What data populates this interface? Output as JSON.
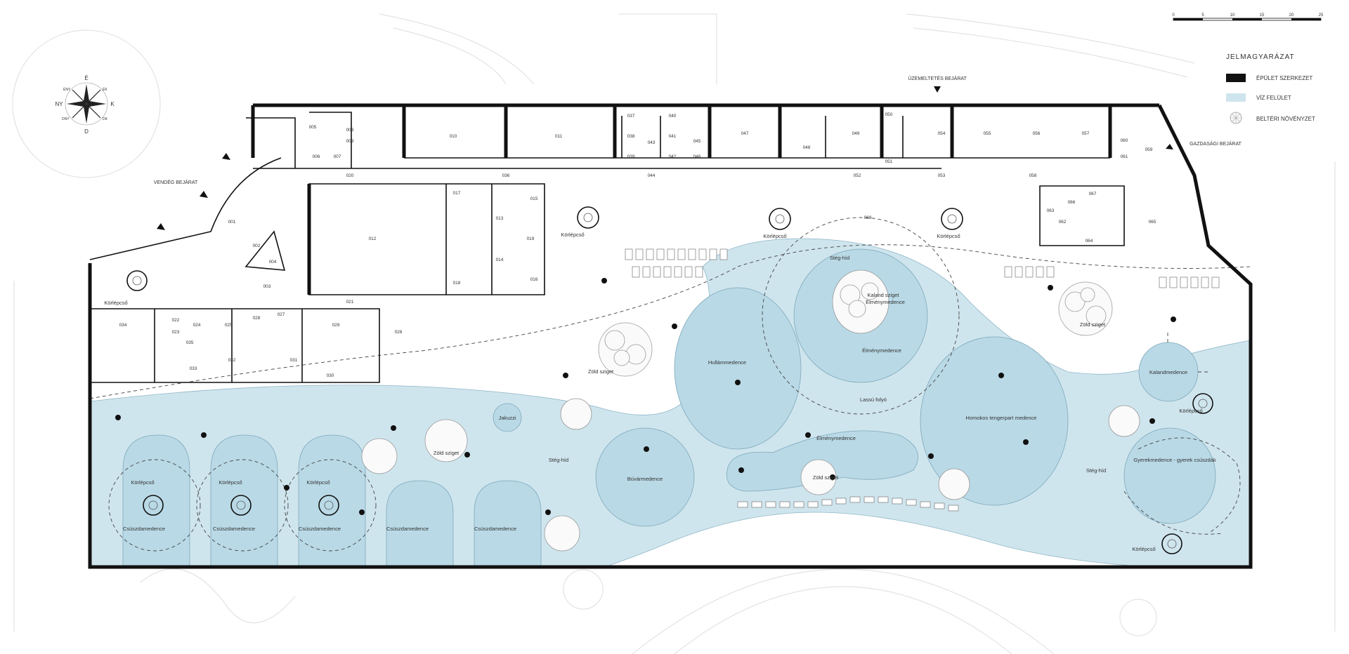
{
  "compass": {
    "n": "É",
    "s": "D",
    "e": "K",
    "w": "NY",
    "ne": "ÉK",
    "se": "DK",
    "nw": "ÉNY",
    "sw": "DNY"
  },
  "scale": {
    "ticks": [
      "0",
      "5",
      "10",
      "15",
      "20",
      "25"
    ]
  },
  "legend": {
    "title": "JELMAGYARÁZAT",
    "items": [
      {
        "label": "ÉPÜLET SZERKEZET",
        "color": "#111111"
      },
      {
        "label": "VÍZ FELÜLET",
        "color": "#cfe5ee"
      },
      {
        "label": "BELTÉRI NÖVÉNYZET",
        "icon": "tree-icon"
      }
    ]
  },
  "entrances": {
    "guest": "VENDÉG BEJÁRAT",
    "operation": "ÜZEMELTETÉS BEJÁRAT",
    "service": "GAZDASÁGI BEJÁRAT"
  },
  "rooms": [
    "001",
    "002",
    "003",
    "004",
    "005",
    "006",
    "007",
    "008",
    "009",
    "010",
    "011",
    "012",
    "013",
    "014",
    "015",
    "016",
    "017",
    "018",
    "019",
    "020",
    "021",
    "022",
    "023",
    "024",
    "025",
    "026",
    "027",
    "028",
    "029",
    "030",
    "031",
    "032",
    "033",
    "034",
    "035",
    "036",
    "037",
    "038",
    "039",
    "040",
    "041",
    "042",
    "043",
    "044",
    "045",
    "046",
    "047",
    "048",
    "049",
    "050",
    "051",
    "052",
    "053",
    "054",
    "055",
    "056",
    "057",
    "058",
    "059",
    "060",
    "061",
    "062",
    "063",
    "064",
    "065",
    "066",
    "067",
    "068"
  ],
  "zones": {
    "korlepcso": "Körlépcső",
    "steg_hid": "Stég-híd",
    "kaland_sziget": "Kaland sziget",
    "elmenymedence": "Élménymedence",
    "hullammedence": "Hullámmedence",
    "lassu_folyo": "Lassú folyó",
    "zold_sziget": "Zöld sziget",
    "jakuzzi": "Jakuzzi",
    "buvarmedence": "Búvármedence",
    "homokos": "Homokos tengerpart medence",
    "kalandmedence": "Kalandmedence",
    "gyerekmedence": "Gyerekmedence - gyerek csúszdák",
    "csuszdamedence": "Csúszdamedence"
  }
}
